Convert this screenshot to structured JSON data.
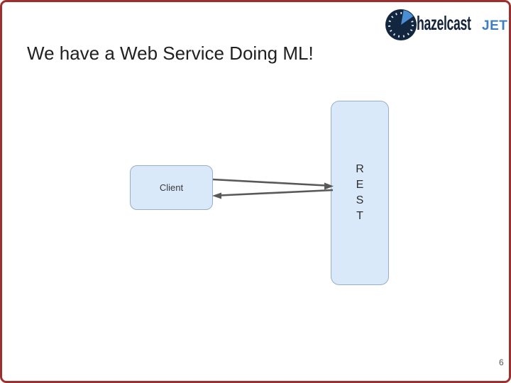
{
  "slide": {
    "title": "We have a Web Service Doing ML!",
    "page_number": "6",
    "border_color": "#9e2f2f",
    "background": "#ffffff"
  },
  "logo": {
    "brand": "hazelcast",
    "product": "JET",
    "brand_color": "#15233b",
    "product_color": "#3e7dc1",
    "icon_name": "gauge-icon",
    "icon_bg": "#13263f",
    "icon_accent": "#4a8fd3"
  },
  "diagram": {
    "client_box": {
      "label": "Client"
    },
    "rest_box": {
      "label": "REST",
      "letters": [
        "R",
        "E",
        "S",
        "T"
      ]
    },
    "arrows": [
      {
        "id": "request-arrow",
        "from": "Client",
        "to": "REST"
      },
      {
        "id": "response-arrow",
        "from": "REST",
        "to": "Client"
      }
    ],
    "colors": {
      "box_fill": "#d9e9fa",
      "box_border": "#97afc7",
      "arrow": "#595959"
    }
  }
}
